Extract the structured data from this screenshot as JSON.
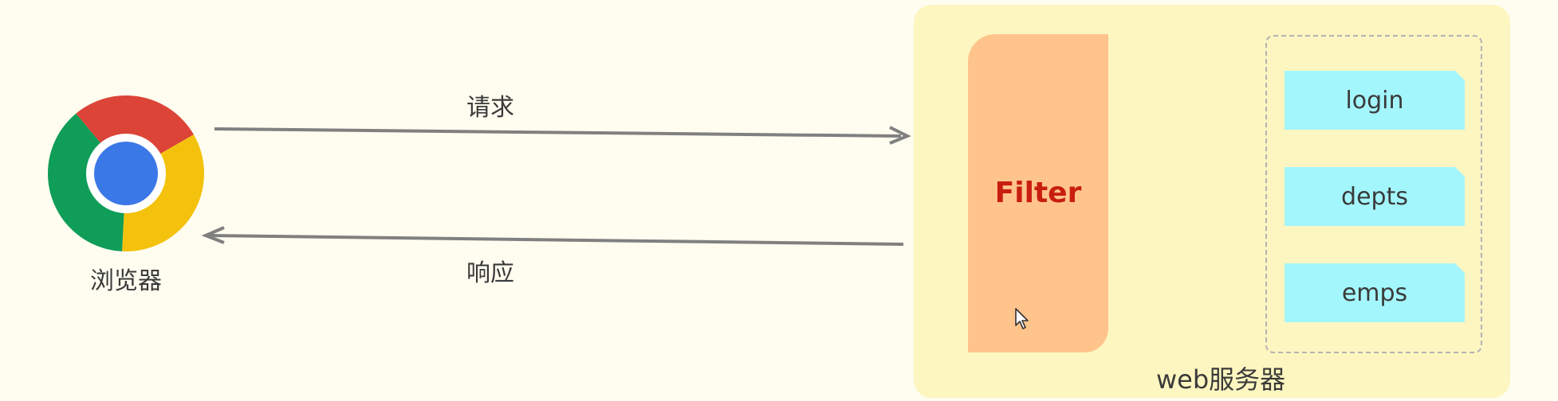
{
  "browser": {
    "label": "浏览器",
    "icon": "chrome-icon"
  },
  "arrows": {
    "request_label": "请求",
    "response_label": "响应",
    "color": "#808080"
  },
  "web_server": {
    "label": "web服务器",
    "background_color": "#fdf6c0",
    "filter": {
      "label": "Filter",
      "label_color": "#c81e10",
      "background_color": "#ffc48c"
    },
    "resources": [
      {
        "label": "login"
      },
      {
        "label": "depts"
      },
      {
        "label": "emps"
      }
    ],
    "resource_color": "#a4f6fd"
  }
}
